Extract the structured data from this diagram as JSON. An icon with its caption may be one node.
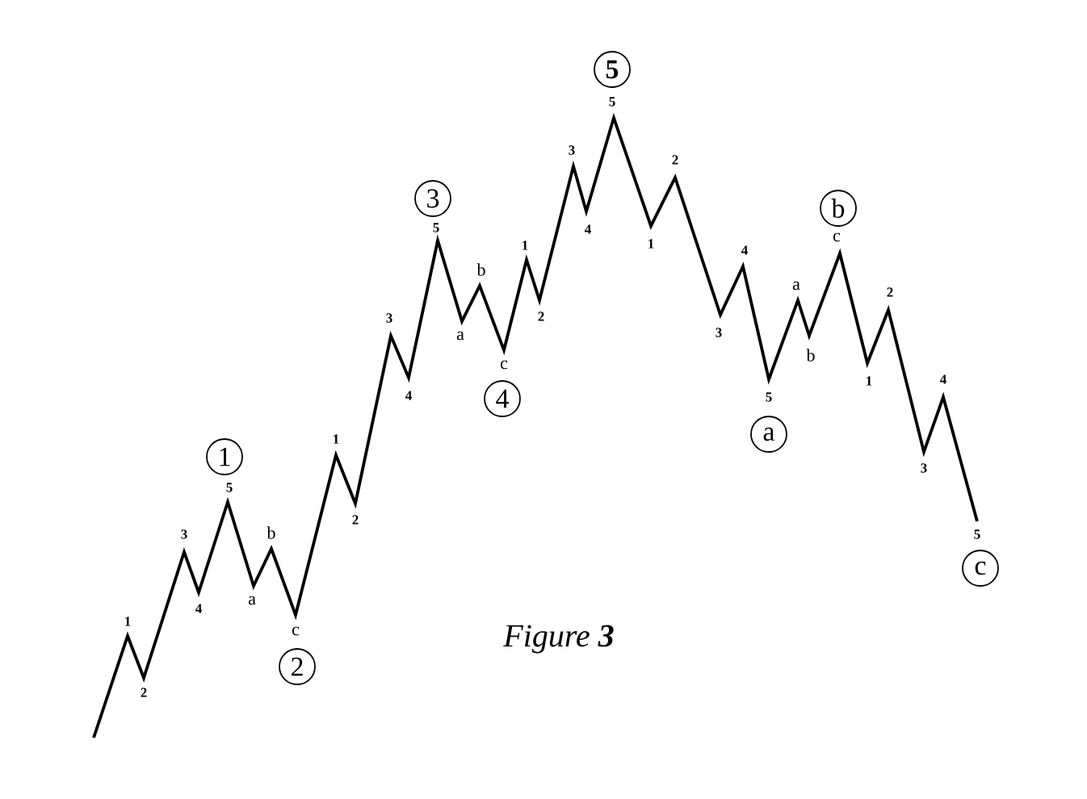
{
  "diagram": {
    "caption": "Figure **3**",
    "nodes": [
      {
        "text": [
          "1"
        ]
      },
      {
        "text": [
          "2"
        ]
      },
      {
        "text": [
          "3"
        ]
      },
      {
        "text": [
          "4"
        ]
      },
      {
        "text": [
          "5"
        ]
      },
      {
        "text": [
          "a"
        ]
      },
      {
        "text": [
          "b"
        ]
      },
      {
        "text": [
          "c"
        ]
      }
    ],
    "labels": [
      "1",
      "2",
      "3",
      "4",
      "5",
      "a",
      "b",
      "c",
      "1",
      "2",
      "3",
      "4",
      "5",
      "a",
      "b",
      "c",
      "1",
      "2",
      "3",
      "4",
      "5",
      "1",
      "2",
      "3",
      "4",
      "5",
      "a",
      "b",
      "c",
      "1",
      "2",
      "3",
      "4",
      "5"
    ]
  }
}
